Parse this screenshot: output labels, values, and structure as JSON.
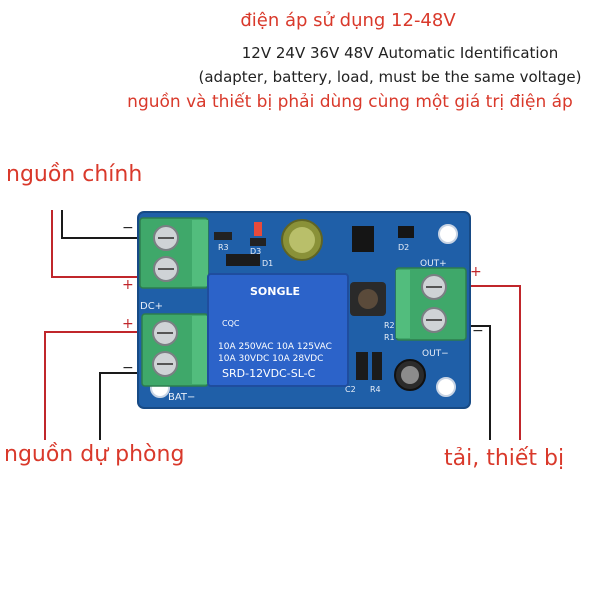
{
  "header": {
    "voltage_range": "điện áp sử dụng 12-48V",
    "auto_identification": "12V 24V 36V 48V Automatic Identification",
    "note": "(adapter, battery, load, must be the same voltage)",
    "warning": "nguồn và thiết bị phải dùng cùng một giá trị điện áp"
  },
  "labels": {
    "main_power": "nguồn chính",
    "backup_power": "nguồn dự phòng",
    "load": "tải, thiết bị"
  },
  "board": {
    "dc_label": "DC+",
    "bat_label": "BAT−",
    "out_top_label": "OUT+",
    "out_bottom_label": "OUT−",
    "r3": "R3",
    "d3": "D3",
    "d1": "D1",
    "d2": "D2",
    "r2": "R2",
    "r1": "R1",
    "c2": "C2",
    "r4": "R4",
    "relay": {
      "brand": "SONGLE",
      "rating_line1": "10A 250VAC  10A 125VAC",
      "rating_line2": "10A  30VDC  10A  28VDC",
      "model": "SRD-12VDC-SL-C",
      "cert": "CQC"
    }
  },
  "polarity": {
    "main_neg": "−",
    "main_pos": "+",
    "backup_pos": "+",
    "backup_neg": "−",
    "load_pos": "+",
    "load_neg": "−"
  },
  "colors": {
    "pcb": "#1f5fa8",
    "terminal": "#3fa86a",
    "relay": "#2c63c9",
    "label": "#d9392b",
    "wire_red": "#c0262b",
    "wire_black": "#1a1a1a"
  }
}
